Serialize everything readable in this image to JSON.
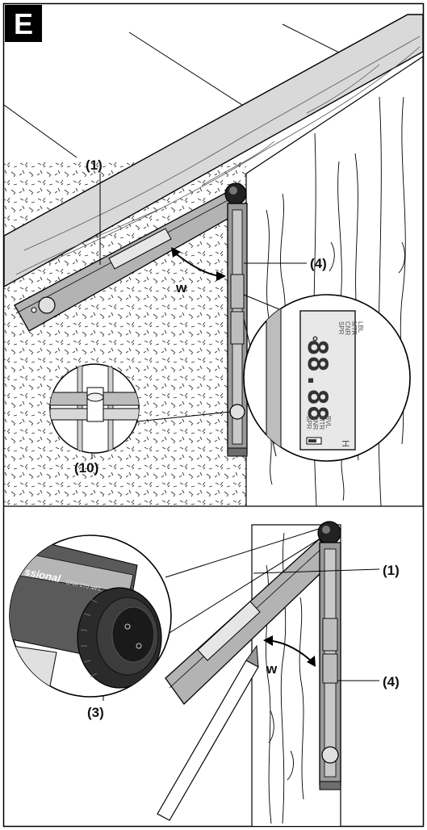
{
  "figure_letter": "E",
  "callouts": {
    "top_level_bar": "(1)",
    "top_arm": "(4)",
    "top_angle": "w",
    "top_vial": "(10)",
    "bottom_level_bar": "(1)",
    "bottom_arm": "(4)",
    "bottom_angle": "w",
    "bottom_knob": "(3)"
  },
  "display": {
    "reading": "88.88",
    "degree_symbol": "°",
    "labels": [
      "SPR",
      "CNR",
      "MTR",
      "LBL"
    ],
    "labels_bottom": [
      "SPR",
      "CNR",
      "MTR",
      "BVL"
    ],
    "suffix": "H"
  },
  "product_text": {
    "brand_fragment": "ssional",
    "model": "GAM 270 MFL"
  }
}
